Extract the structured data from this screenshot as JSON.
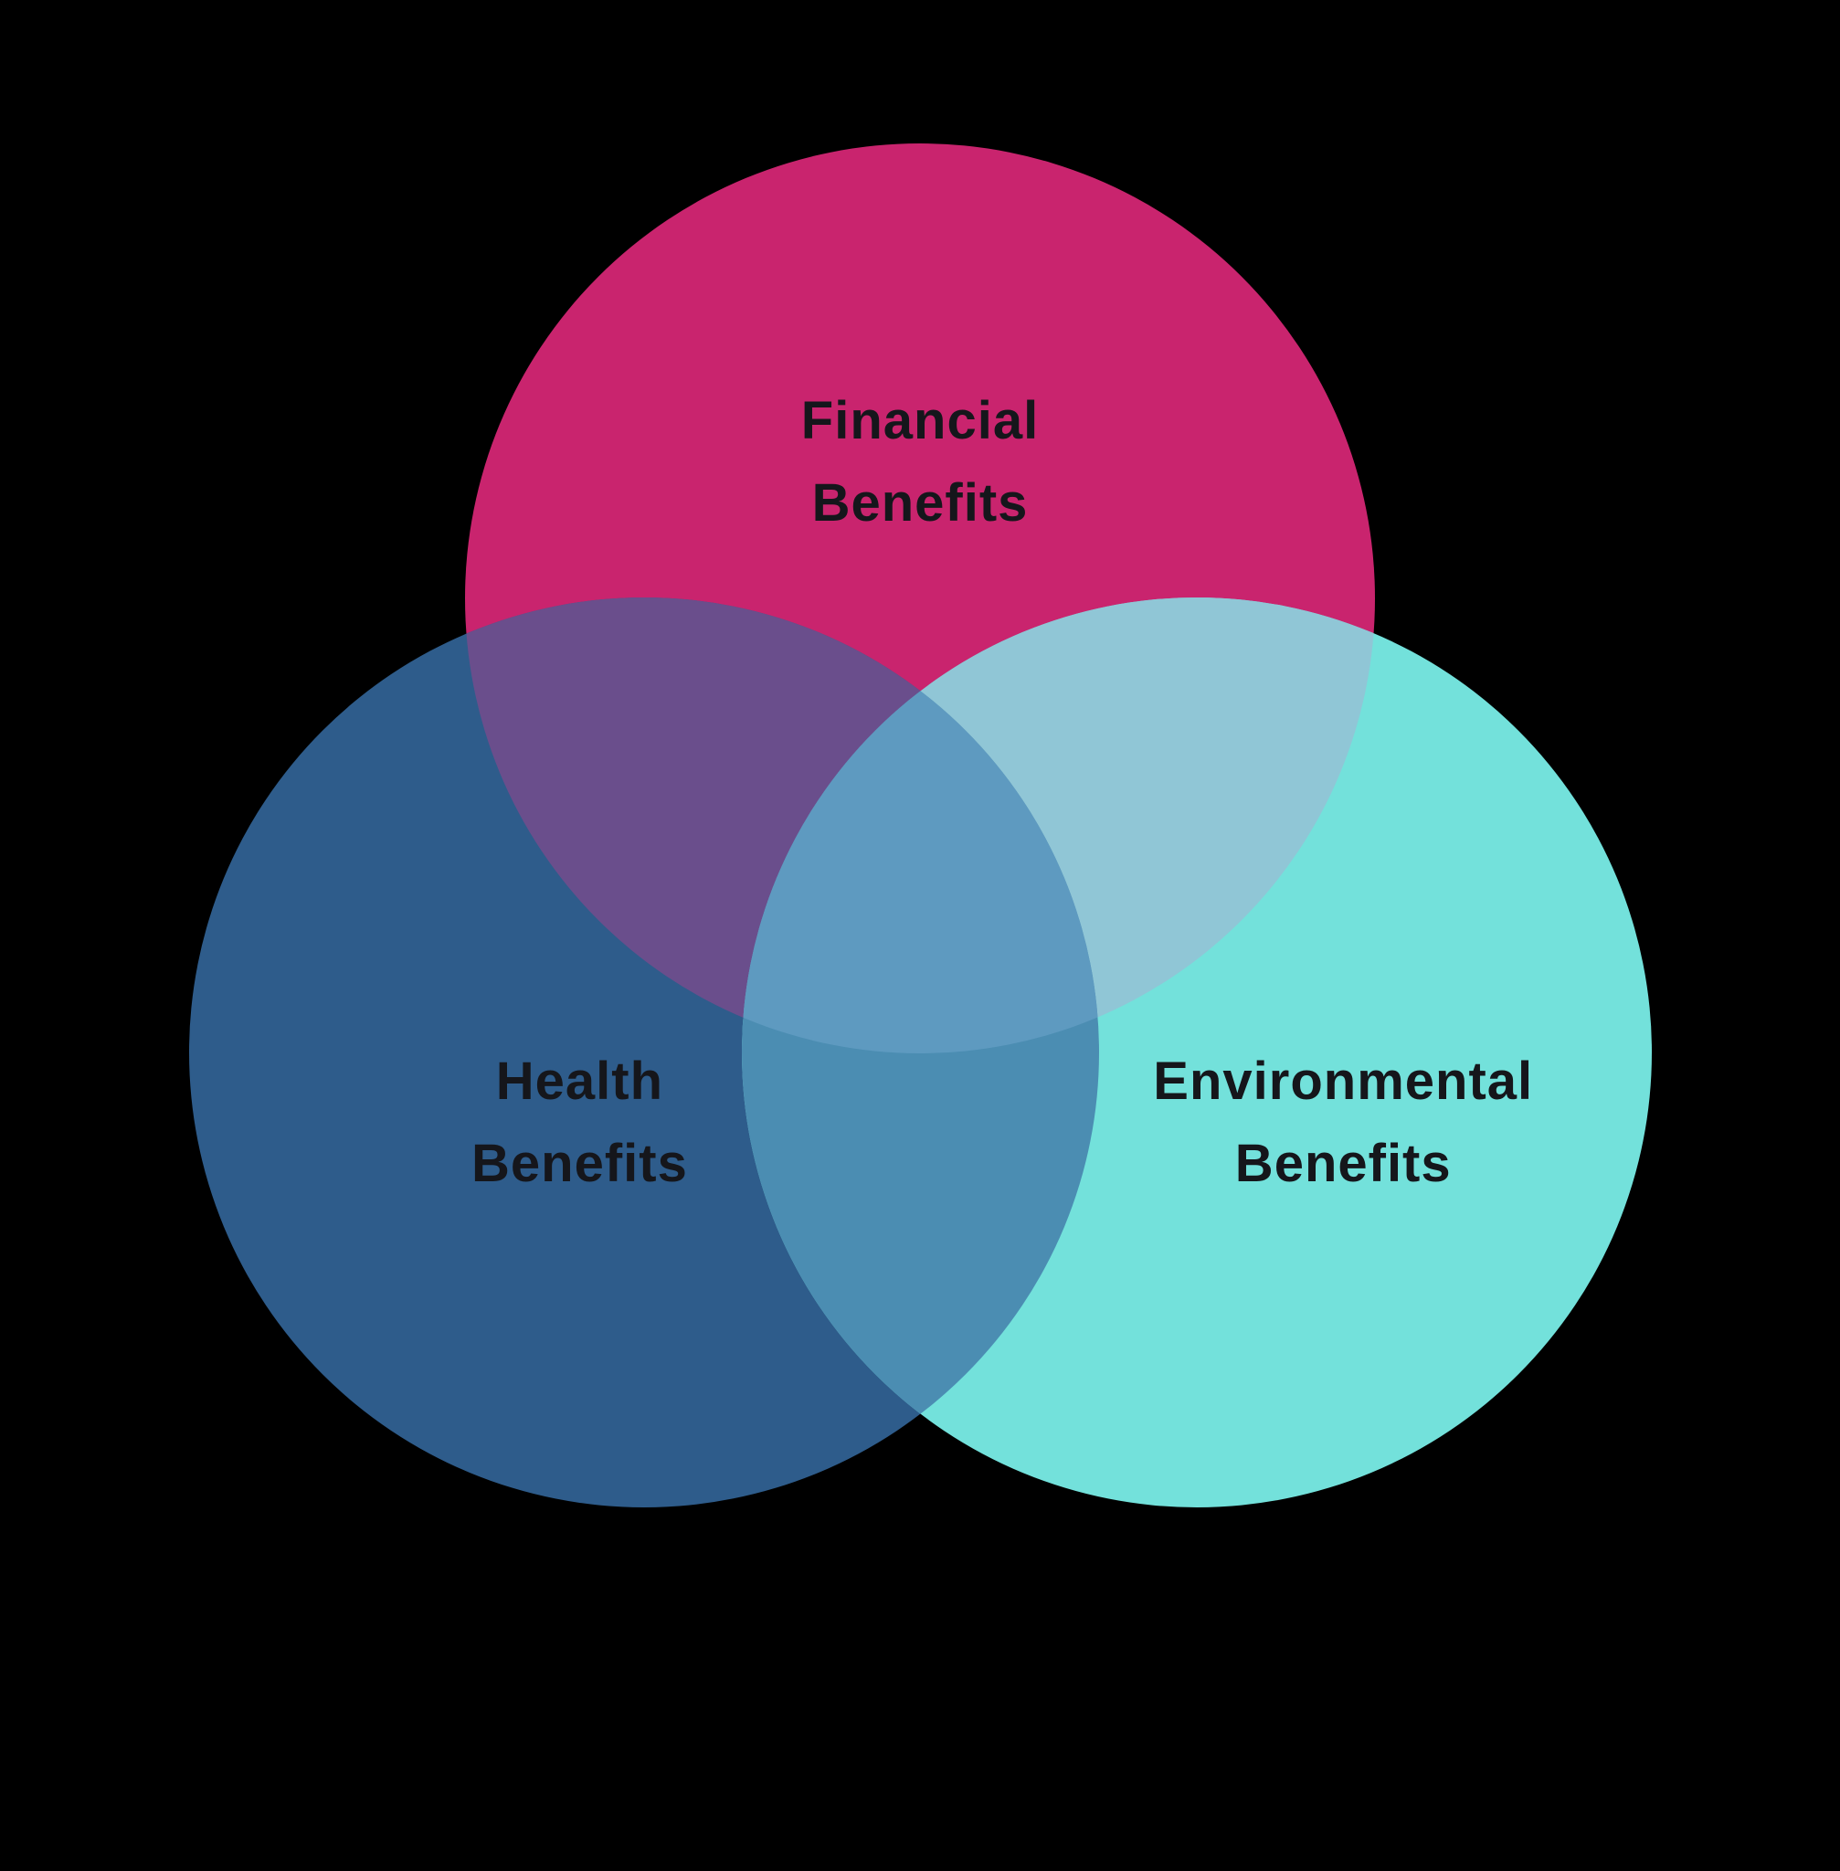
{
  "diagram": {
    "type": "venn",
    "background_color": "#000000",
    "text_color": "#15161b",
    "circles": [
      {
        "id": "financial",
        "label_line1": "Financial",
        "label_line2": "Benefits",
        "color": "#c9246e"
      },
      {
        "id": "health",
        "label_line1": "Health",
        "label_line2": "Benefits",
        "color": "#2e5c8b"
      },
      {
        "id": "environmental",
        "label_line1": "Environmental",
        "label_line2": "Benefits",
        "color": "#73e1db"
      }
    ],
    "overlaps": {
      "financial_health": "#6a4e8c",
      "financial_environmental": "#90c6d6",
      "health_environmental": "#4b8db2",
      "center": "#5e9ac0"
    }
  }
}
